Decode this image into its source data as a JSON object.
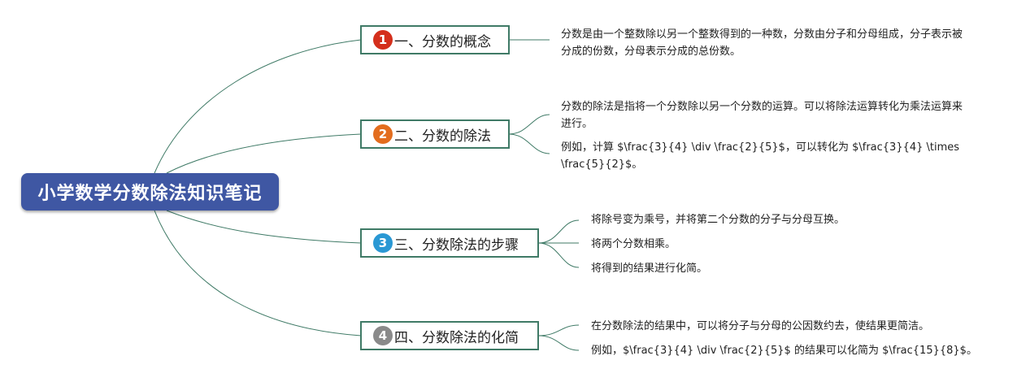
{
  "root": {
    "title": "小学数学分数除法知识笔记"
  },
  "colors": {
    "root_bg": "#3f57a3",
    "line": "#3f7a66",
    "badge_1": "#d42f1c",
    "badge_2": "#e36d1e",
    "badge_3": "#2a98d4",
    "badge_4": "#8a8a8a"
  },
  "branches": [
    {
      "number": "1",
      "title": "一、分数的概念",
      "details": [
        "分数是由一个整数除以另一个整数得到的一种数，分数由分子和分母组成，分子表示被分成的份数，分母表示分成的总份数。"
      ]
    },
    {
      "number": "2",
      "title": "二、分数的除法",
      "details": [
        "分数的除法是指将一个分数除以另一个分数的运算。可以将除法运算转化为乘法运算来进行。",
        "例如，计算 $\\frac{3}{4} \\div \\frac{2}{5}$，可以转化为 $\\frac{3}{4} \\times \\frac{5}{2}$。"
      ]
    },
    {
      "number": "3",
      "title": "三、分数除法的步骤",
      "details": [
        "将除号变为乘号，并将第二个分数的分子与分母互换。",
        "将两个分数相乘。",
        "将得到的结果进行化简。"
      ]
    },
    {
      "number": "4",
      "title": "四、分数除法的化简",
      "details": [
        "在分数除法的结果中，可以将分子与分母的公因数约去，使结果更简洁。",
        "例如，$\\frac{3}{4} \\div \\frac{2}{5}$ 的结果可以化简为 $\\frac{15}{8}$。"
      ]
    }
  ]
}
